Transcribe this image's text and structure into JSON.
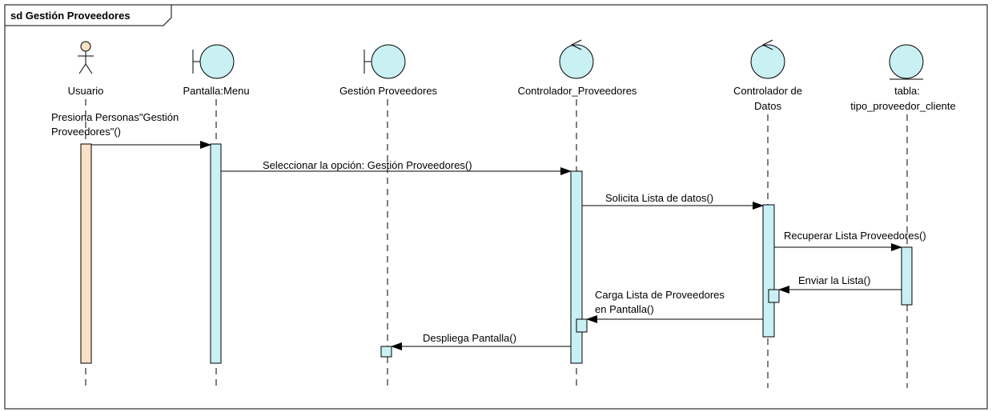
{
  "frame": {
    "title": "sd Gestión Proveedores"
  },
  "colors": {
    "activation": "#c9f0f3",
    "actor_activation": "#f9e2c5",
    "entity_fill": "#c9f0f3",
    "line": "#000000"
  },
  "lifelines": [
    {
      "id": "usuario",
      "kind": "actor",
      "label_lines": [
        "Usuario"
      ]
    },
    {
      "id": "pantalla_menu",
      "kind": "boundary",
      "label_lines": [
        "Pantalla:Menu"
      ]
    },
    {
      "id": "gestion_proveedores",
      "kind": "boundary",
      "label_lines": [
        "Gestión Proveedores"
      ]
    },
    {
      "id": "controlador_proveedores",
      "kind": "control",
      "label_lines": [
        "Controlador_Proveedores"
      ]
    },
    {
      "id": "controlador_datos",
      "kind": "control",
      "label_lines": [
        "Controlador de",
        "Datos"
      ]
    },
    {
      "id": "tabla",
      "kind": "entity",
      "label_lines": [
        "tabla:",
        "tipo_proveedor_cliente"
      ]
    }
  ],
  "messages": [
    {
      "id": "m1",
      "label_lines": [
        "Presiona Personas\"Gestión",
        "Proveedores\"()"
      ]
    },
    {
      "id": "m2",
      "label_lines": [
        "Seleccionar la opción:  Gestión Proveedores()"
      ]
    },
    {
      "id": "m3",
      "label_lines": [
        "Solicita Lista de datos()"
      ]
    },
    {
      "id": "m4",
      "label_lines": [
        "Recuperar Lista Proveedores()"
      ]
    },
    {
      "id": "m5",
      "label_lines": [
        "Enviar la Lista()"
      ]
    },
    {
      "id": "m6",
      "label_lines": [
        "Carga Lista de Proveedores",
        "en Pantalla()"
      ]
    },
    {
      "id": "m7",
      "label_lines": [
        "Despliega Pantalla()"
      ]
    }
  ]
}
